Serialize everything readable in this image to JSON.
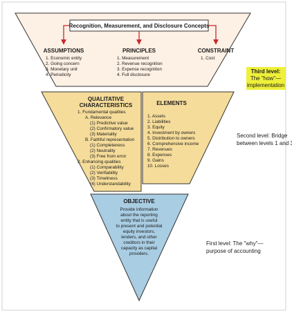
{
  "top_box": "Recognition, Measurement, and Disclosure Concepts",
  "assumptions": {
    "heading": "ASSUMPTIONS",
    "items": [
      "1. Economic entity",
      "2. Going concern",
      "3. Monetary unit",
      "4. Periodicity"
    ]
  },
  "principles": {
    "heading": "PRINCIPLES",
    "items": [
      "1. Measurement",
      "2. Revenue recognition",
      "3. Expense recognition",
      "4. Full disclosure"
    ]
  },
  "constraint": {
    "heading": "CONSTRAINT",
    "items": [
      "1. Cost"
    ]
  },
  "qualitative": {
    "heading_line1": "QUALITATIVE",
    "heading_line2": "CHARACTERISTICS",
    "items": [
      "1. Fundamental qualities",
      "A. Relevance",
      "(1) Predictive value",
      "(2) Confirmatory value",
      "(3) Materiality",
      "B. Faithful representation",
      "(1) Completeness",
      "(2) Neutrality",
      "(3) Free from error",
      "2. Enhancing qualities",
      "(1) Comparability",
      "(2) Verifiability",
      "(3) Timeliness",
      "(4) Understandability"
    ]
  },
  "elements": {
    "heading": "ELEMENTS",
    "items": [
      "1. Assets",
      "2. Liabilities",
      "3. Equity",
      "4. Investment by owners",
      "5. Distribution to owners",
      "6. Comprehensive income",
      "7. Revenues",
      "8. Expenses",
      "9. Gains",
      "10. Losses"
    ]
  },
  "objective": {
    "heading": "OBJECTIVE",
    "lines": [
      "Provide information",
      "about the reporting",
      "entity that is useful",
      "to present and potential",
      "equity investors,",
      "lenders, and other",
      "creditors in their",
      "capacity as capital",
      "providers."
    ]
  },
  "levels": {
    "third": {
      "title": "Third level:",
      "line2": "The \"how\"—",
      "line3": "implementation"
    },
    "second": {
      "line1": "Second level:  Bridge",
      "line2": "between levels 1 and 3"
    },
    "first": {
      "line1": "First level:  The \"why\"—",
      "line2": "purpose of accounting"
    }
  },
  "colors": {
    "top_fill": "#fdf0e4",
    "middle_fill": "#f5dc9a",
    "bottom_fill": "#a9cde3",
    "arrow": "#c8282d",
    "highlight": "#eef03a"
  }
}
